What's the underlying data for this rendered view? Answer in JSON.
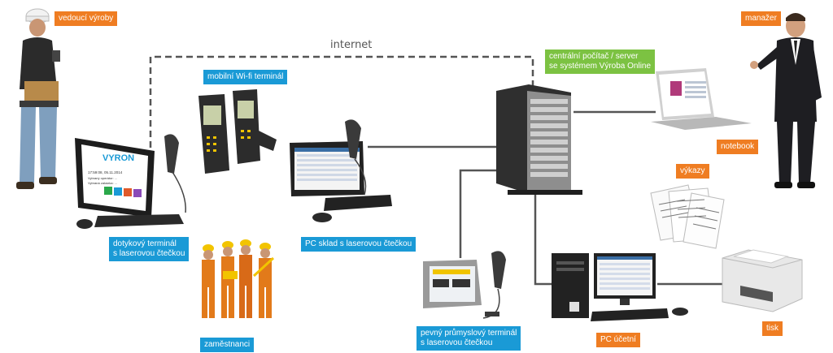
{
  "labels": {
    "vedouci": "vedoucí výroby",
    "manazer": "manažer",
    "internet": "internet",
    "mobilni": "mobilní Wi-fi terminál",
    "server_l1": "centrální počítač / server",
    "server_l2": "se systémem Výroba Online",
    "notebook": "notebook",
    "vykazy": "výkazy",
    "dotykovy_l1": "dotykový terminál",
    "dotykovy_l2": "s laserovou čtečkou",
    "pc_sklad": "PC sklad s laserovou čtečkou",
    "zamestnanci": "zaměstnanci",
    "pevny_l1": "pevný průmyslový terminál",
    "pevny_l2": "s laserovou čtečkou",
    "pc_ucetni": "PC účetní",
    "tisk": "tisk"
  },
  "screen_texts": {
    "brand": "VYRON",
    "date_line": "17:59:08, 05.11.2014",
    "operator_line": "Vybraný operátor: ...",
    "order_line": "Vybraná zakázka: ..."
  },
  "colors": {
    "orange": "#ef7d22",
    "blue": "#1a9ad6",
    "green": "#7cc242",
    "line": "#555555"
  }
}
